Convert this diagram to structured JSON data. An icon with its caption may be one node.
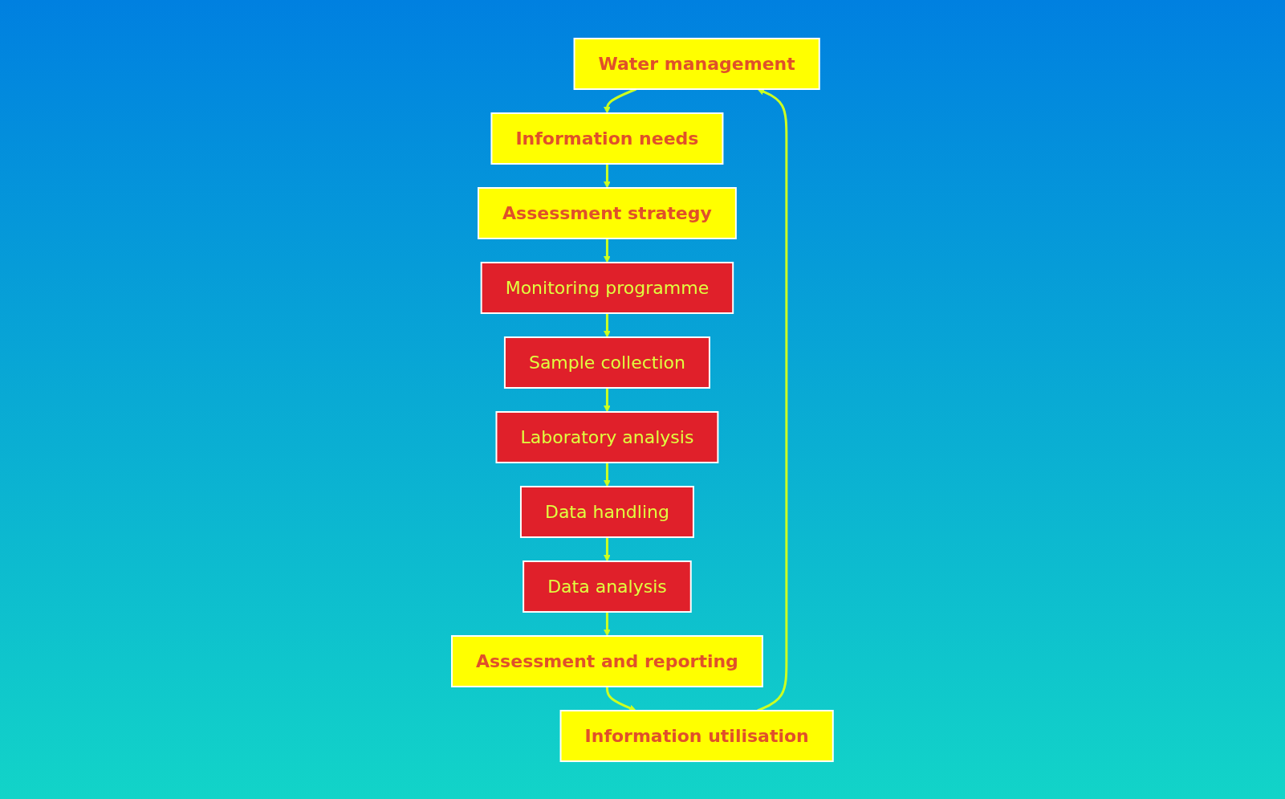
{
  "diagram": {
    "nodes": [
      {
        "text": [
          "Water management"
        ]
      },
      {
        "text": [
          "Information needs"
        ]
      },
      {
        "text": [
          "Assessment strategy"
        ]
      },
      {
        "text": [
          "Monitoring programme"
        ]
      },
      {
        "text": [
          "Sample collection"
        ]
      },
      {
        "text": [
          "Laboratory analysis"
        ]
      },
      {
        "text": [
          "Data handling"
        ]
      },
      {
        "text": [
          "Data analysis"
        ]
      },
      {
        "text": [
          "Assessment and reporting"
        ]
      },
      {
        "text": [
          "Information utilisation"
        ]
      }
    ],
    "edges": [
      {
        "from": 0,
        "to": 1,
        "arrow": "to"
      },
      {
        "from": 1,
        "to": 2,
        "arrow": "to"
      },
      {
        "from": 2,
        "to": 3,
        "arrow": "to"
      },
      {
        "from": 3,
        "to": 4,
        "arrow": "to"
      },
      {
        "from": 4,
        "to": 5,
        "arrow": "to"
      },
      {
        "from": 5,
        "to": 6,
        "arrow": "to"
      },
      {
        "from": 6,
        "to": 7,
        "arrow": "to"
      },
      {
        "from": 7,
        "to": 8,
        "arrow": "to"
      },
      {
        "from": 8,
        "to": 9,
        "arrow": "to"
      },
      {
        "from": 9,
        "to": 0,
        "arrow": "to"
      }
    ]
  }
}
